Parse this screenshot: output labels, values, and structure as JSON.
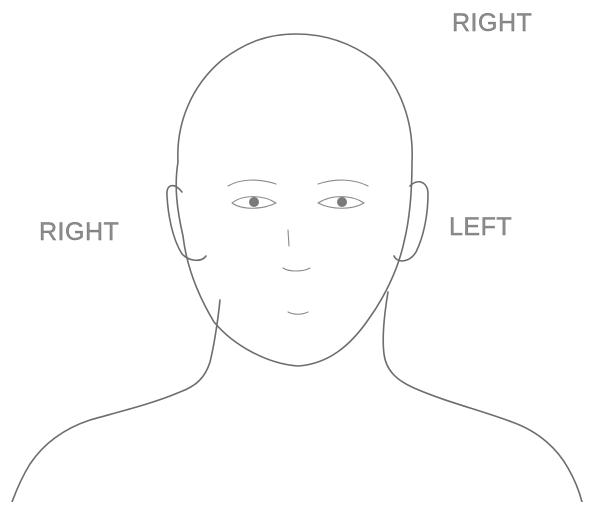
{
  "labels": {
    "top_right": "RIGHT",
    "side_right": "RIGHT",
    "side_left": "LEFT"
  },
  "colors": {
    "line": "#6d6d6d",
    "text": "#8c8c8c",
    "background": "#ffffff"
  }
}
